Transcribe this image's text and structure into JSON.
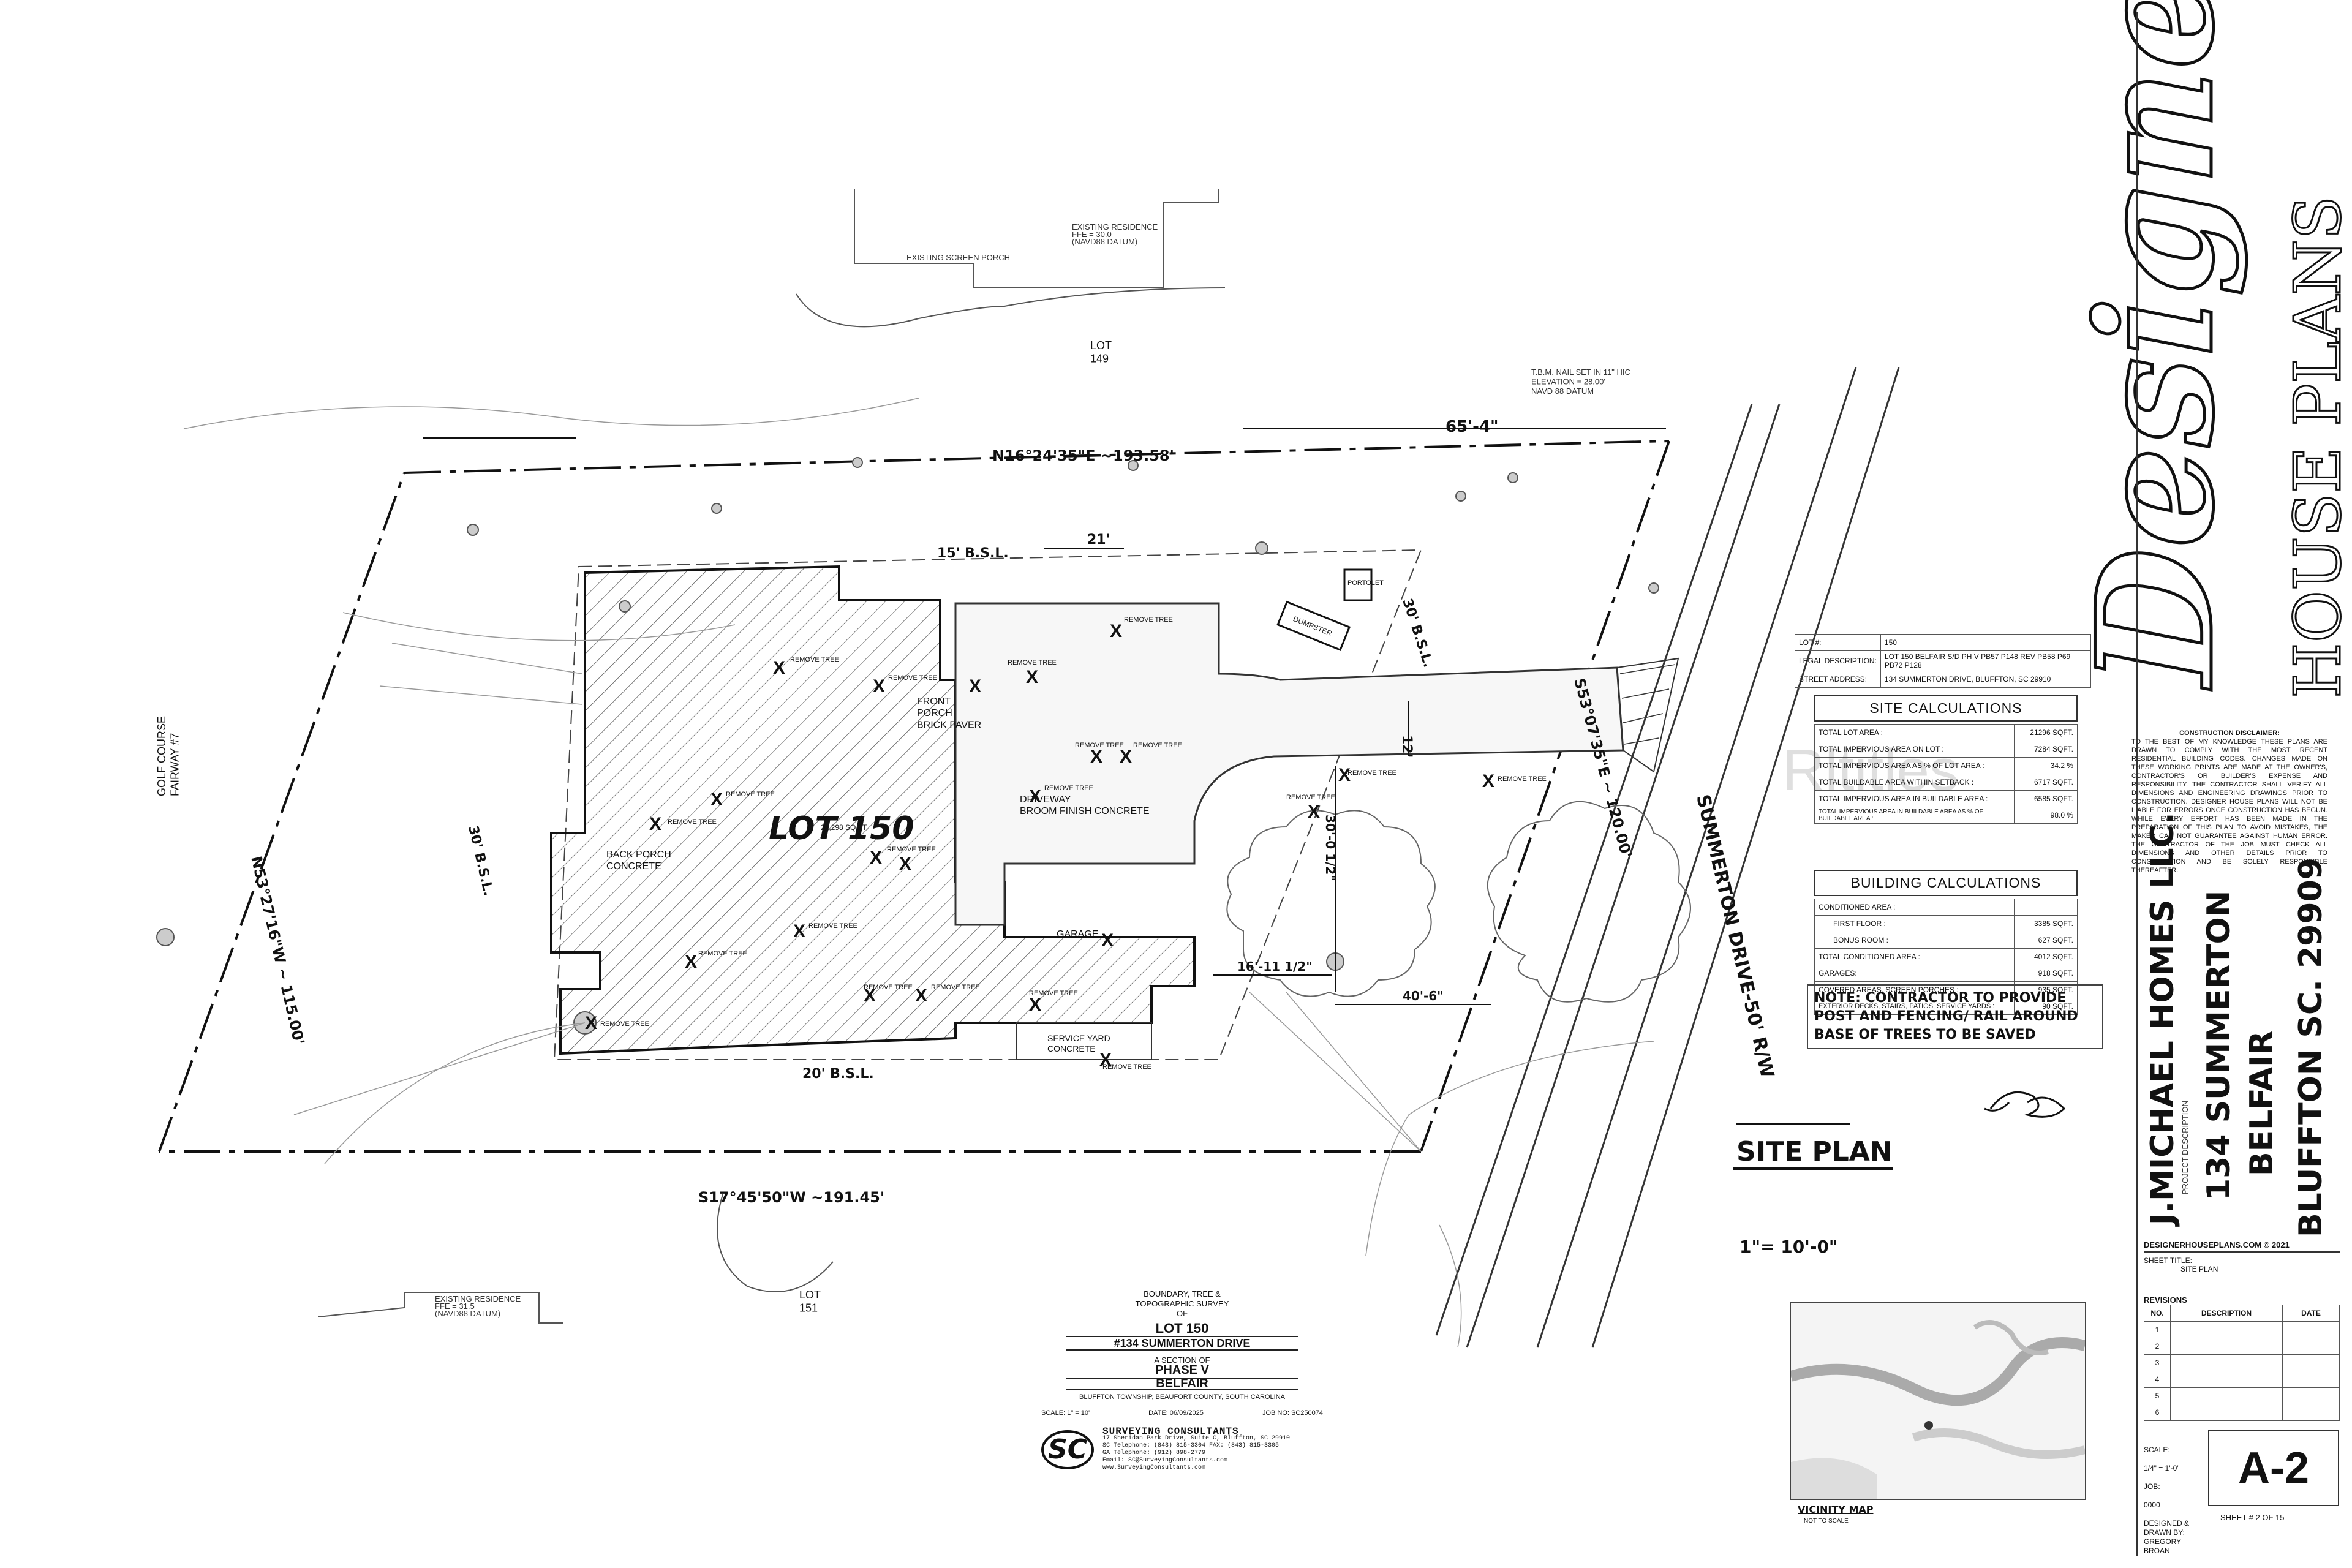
{
  "plan": {
    "lot_title": "LOT 150",
    "lot_area": "21,298 SQ FT.",
    "lot_149": "LOT\n149",
    "lot_151": "LOT\n151",
    "golf": "GOLF COURSE\nFAIRWAY #7",
    "road": "SUMMERTON DRIVE-50' R/W",
    "bearing_north": "N16°24'35\"E  ~193.58'",
    "bearing_south": "S17°45'50\"W ~191.45'",
    "bearing_west": "N53°27'16\"W ~ 115.00'",
    "bearing_east": "S53°07'35\"E ~ 120.00'",
    "bsl_front": "15' B.S.L.",
    "bsl_rear": "20' B.S.L.",
    "bsl_left": "30' B.S.L.",
    "bsl_right": "30' B.S.L.",
    "dim_21": "21'",
    "dim_12": "12'",
    "dim_65": "65'-4\"",
    "dim_16": "16'-11 1/2\"",
    "dim_40": "40'-6\"",
    "dim_30": "30'-0 1/2\"",
    "front_porch": "FRONT\nPORCH\nBRICK PAVER",
    "back_porch": "BACK PORCH\nCONCRETE",
    "driveway": "DRIVEWAY\nBROOM FINISH CONCRETE",
    "garage": "GARAGE",
    "service_yard": "SERVICE YARD\nCONCRETE",
    "dumpster": "DUMPSTER",
    "portolet": "PORTOLET",
    "remove_tree": "REMOVE TREE",
    "tbm": "T.B.M. NAIL SET IN 11\" HIC\nELEVATION = 28.00'\nNAVD 88 DATUM",
    "existing_res_top": "EXISTING RESIDENCE\nFFE = 30.0\n(NAVD88 DATUM)",
    "existing_screen": "EXISTING SCREEN PORCH",
    "existing_res_bot": "EXISTING RESIDENCE\nFFE = 31.5\n(NAVD88 DATUM)"
  },
  "lot_info": {
    "rows": [
      {
        "label": "LOT #:",
        "value": "150"
      },
      {
        "label": "LEGAL DESCRIPTION:",
        "value": "LOT 150 BELFAIR S/D PH V PB57 P148 REV PB58 P69 PB72 P128"
      },
      {
        "label": "STREET ADDRESS:",
        "value": "134 SUMMERTON DRIVE, BLUFFTON, SC 29910"
      }
    ]
  },
  "site_calc": {
    "title": "SITE CALCULATIONS",
    "rows": [
      {
        "label": "TOTAL LOT AREA :",
        "value": "21296 SQFT."
      },
      {
        "label": "TOTAL IMPERVIOUS AREA ON LOT :",
        "value": "7284 SQFT."
      },
      {
        "label": "TOTAL IMPERVIOUS AREA AS % OF LOT AREA :",
        "value": "34.2 %"
      },
      {
        "label": "TOTAL BUILDABLE AREA WITHIN SETBACK :",
        "value": "6717 SQFT."
      },
      {
        "label": "TOTAL IMPERVIOUS AREA IN BUILDABLE AREA :",
        "value": "6585 SQFT."
      },
      {
        "label": "TOTAL IMPERVIOUS AREA IN BUILDABLE AREA AS % OF BUILDABLE AREA :",
        "value": "98.0 %"
      }
    ]
  },
  "building_calc": {
    "title": "BUILDING CALCULATIONS",
    "rows": [
      {
        "label": "CONDITIONED AREA :",
        "value": ""
      },
      {
        "label": "FIRST FLOOR :",
        "value": "3385 SQFT."
      },
      {
        "label": "BONUS ROOM :",
        "value": "627 SQFT."
      },
      {
        "label": "TOTAL CONDITIONED AREA :",
        "value": "4012 SQFT."
      },
      {
        "label": "GARAGES:",
        "value": "918 SQFT."
      },
      {
        "label": "COVERED AREAS, SCREEN PORCHES :",
        "value": "935 SQFT."
      },
      {
        "label": "EXTERIOR DECKS, STAIRS, PATIOS, SERVICE YARDS :",
        "value": "90 SQFT."
      }
    ]
  },
  "note": "NOTE: CONTRACTOR TO PROVIDE POST AND FENCING/ RAIL AROUND BASE OF TREES TO BE SAVED",
  "disclaimer": {
    "title": "CONSTRUCTION DISCLAIMER:",
    "text": "TO THE BEST OF MY KNOWLEDGE THESE PLANS ARE DRAWN TO COMPLY WITH THE MOST RECENT RESIDENTIAL BUILDING CODES. CHANGES MADE ON THESE WORKING PRINTS ARE MADE AT THE OWNER'S, CONTRACTOR'S OR BUILDER'S EXPENSE AND RESPONSIBILITY. THE CONTRACTOR SHALL VERIFY ALL DIMENSIONS AND ENGINEERING DRAWINGS PRIOR TO CONSTRUCTION. DESIGNER HOUSE PLANS WILL NOT BE LIABLE FOR ERRORS ONCE CONSTRUCTION HAS BEGUN. WHILE EVERY EFFORT HAS BEEN MADE IN THE PREPARATION OF THIS PLAN TO AVOID MISTAKES, THE MAKER CAN NOT GUARANTEE AGAINST HUMAN ERROR. THE CONTRACTOR OF THE JOB MUST CHECK ALL DIMENSIONS AND OTHER DETAILS PRIOR TO CONSTRUCTION AND BE SOLELY RESPONSIBLE THEREAFTER."
  },
  "drawing": {
    "title": "SITE PLAN",
    "scale": "1\"= 10'-0\""
  },
  "survey": {
    "line1": "BOUNDARY, TREE &",
    "line2": "TOPOGRAPHIC SURVEY",
    "line3": "OF",
    "lot": "LOT 150",
    "street": "#134 SUMMERTON DRIVE",
    "section": "A SECTION OF",
    "phase": "PHASE V",
    "belfair": "BELFAIR",
    "township": "BLUFFTON TOWNSHIP, BEAUFORT COUNTY, SOUTH CAROLINA",
    "scale": "SCALE: 1\" = 10'",
    "date": "DATE: 06/09/2025",
    "job": "JOB NO: SC250074",
    "company": "SURVEYING CONSULTANTS",
    "logo": "SC",
    "addr1": "17 Sheridan Park Drive, Suite C, Bluffton, SC 29910",
    "addr2": "SC Telephone: (843) 815-3304  FAX: (843) 815-3305",
    "addr3": "GA Telephone: (912) 898-2779",
    "addr4": "Email: SC@SurveyingConsultants.com",
    "addr5": "www.SurveyingConsultants.com"
  },
  "vicinity": {
    "title": "VICINITY MAP",
    "sub": "NOT TO SCALE"
  },
  "titleblock": {
    "brand1": "Designer",
    "brand2": "HOUSE PLANS",
    "builder": "J.MICHAEL HOMES LLC.",
    "project_desc": "PROJECT DESCRIPTION",
    "addr1": "134 SUMMERTON",
    "addr2": "BELFAIR",
    "addr3": "BLUFFTON SC. 29909",
    "website": "DESIGNERHOUSEPLANS.COM © 2021",
    "sheet_title_label": "SHEET TITLE:",
    "sheet_title": "SITE PLAN",
    "revisions": "REVISIONS",
    "rev_headers": [
      "NO.",
      "DESCRIPTION",
      "DATE"
    ],
    "rev_numbers": [
      "1",
      "2",
      "3",
      "4",
      "5",
      "6"
    ],
    "scale_label": "SCALE:",
    "scale": "1/4\" = 1'-0\"",
    "job_label": "JOB:",
    "job": "0000",
    "designed": "DESIGNED &\nDRAWN BY:\nGREGORY\nBROAN",
    "sheet_no": "A-2",
    "sheet_count": "SHEET #  2 OF 15"
  },
  "watermark": "Rltitles"
}
